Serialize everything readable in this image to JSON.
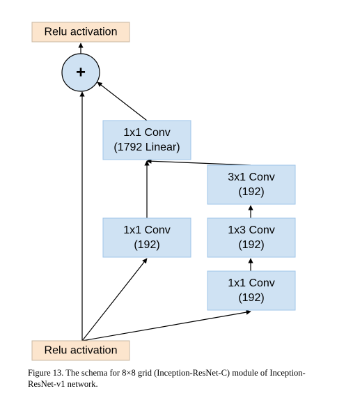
{
  "diagram": {
    "nodes": {
      "relu_top": {
        "lines": [
          "Relu activation"
        ],
        "kind": "activation"
      },
      "add": {
        "lines": [
          "+"
        ],
        "kind": "sum"
      },
      "conv_1792": {
        "lines": [
          "1x1 Conv",
          "(1792 Linear)"
        ],
        "kind": "conv"
      },
      "conv_3x1": {
        "lines": [
          "3x1 Conv",
          "(192)"
        ],
        "kind": "conv"
      },
      "conv_1x1_left": {
        "lines": [
          "1x1 Conv",
          "(192)"
        ],
        "kind": "conv"
      },
      "conv_1x3": {
        "lines": [
          "1x3 Conv",
          "(192)"
        ],
        "kind": "conv"
      },
      "conv_1x1_right": {
        "lines": [
          "1x1 Conv",
          "(192)"
        ],
        "kind": "conv"
      },
      "relu_bottom": {
        "lines": [
          "Relu activation"
        ],
        "kind": "activation"
      }
    },
    "edges": [
      {
        "from": "relu_bottom",
        "to": "add"
      },
      {
        "from": "relu_bottom",
        "to": "conv_1x1_left"
      },
      {
        "from": "relu_bottom",
        "to": "conv_1x1_right"
      },
      {
        "from": "conv_1x1_right",
        "to": "conv_1x3"
      },
      {
        "from": "conv_1x3",
        "to": "conv_3x1"
      },
      {
        "from": "conv_3x1",
        "to": "conv_1792"
      },
      {
        "from": "conv_1x1_left",
        "to": "conv_1792"
      },
      {
        "from": "conv_1792",
        "to": "add"
      },
      {
        "from": "add",
        "to": "relu_top"
      }
    ],
    "colors": {
      "conv_fill": "#cfe2f3",
      "conv_stroke": "#9fc5e8",
      "activation_fill": "#fce5cd",
      "activation_stroke": "#c9b8a3",
      "sum_fill": "#cfe2f3",
      "sum_stroke": "#000000",
      "edge": "#000000"
    }
  },
  "caption": "Figure 13. The schema for 8×8 grid (Inception-ResNet-C) module of Inception-ResNet-v1 network."
}
